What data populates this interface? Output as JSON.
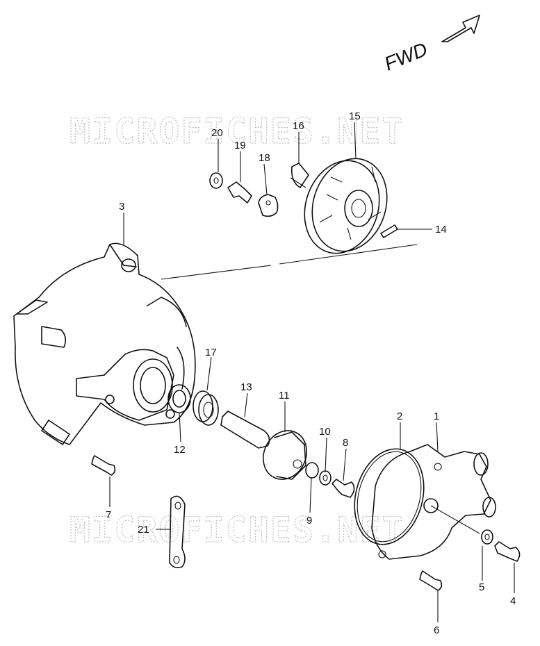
{
  "diagram": {
    "watermark": "MICROFICHES.NET",
    "direction_label": "FWD",
    "callouts": [
      "1",
      "2",
      "3",
      "4",
      "5",
      "6",
      "7",
      "8",
      "9",
      "10",
      "11",
      "12",
      "13",
      "14",
      "15",
      "16",
      "17",
      "18",
      "19",
      "20",
      "21"
    ]
  }
}
